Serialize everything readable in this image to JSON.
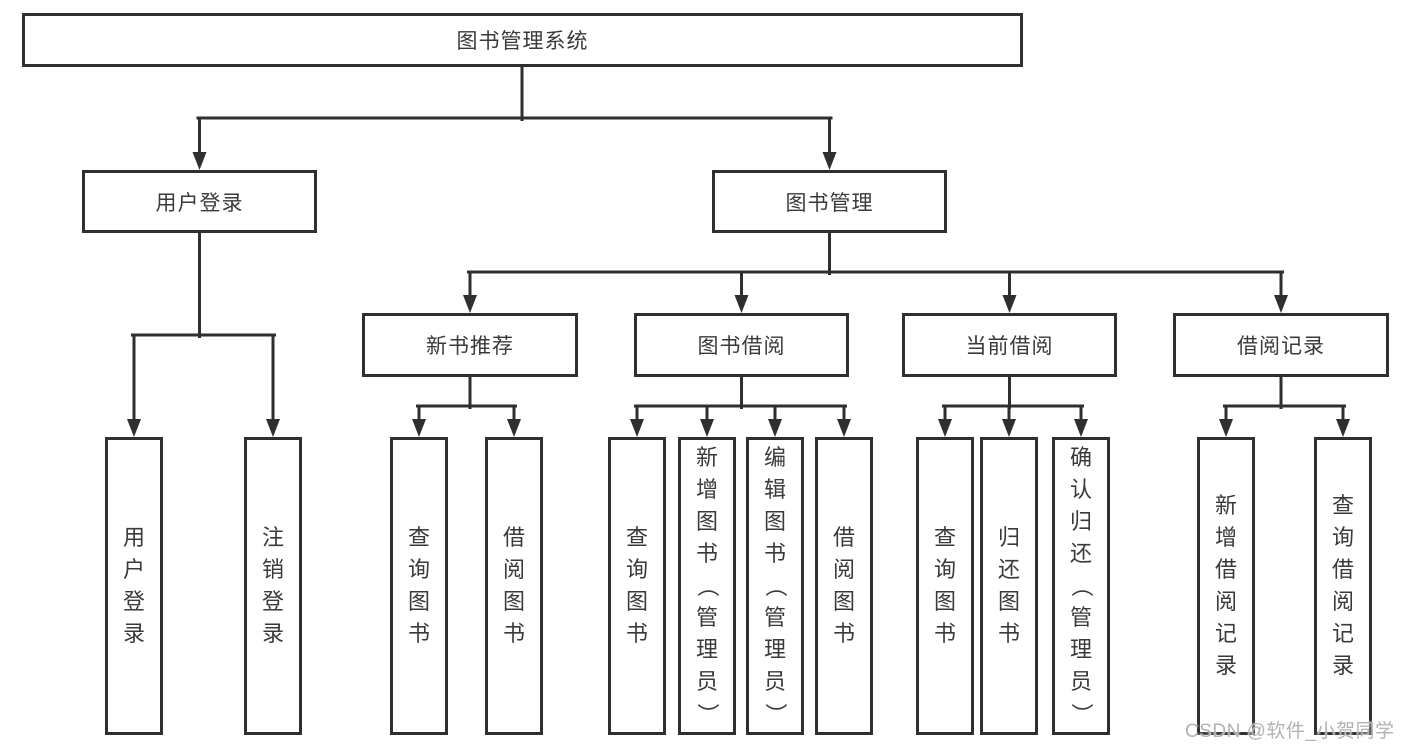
{
  "tree": {
    "root": {
      "label": "图书管理系统",
      "children": [
        {
          "label": "用户登录",
          "children": [
            {
              "label": "用户登录"
            },
            {
              "label": "注销登录"
            }
          ]
        },
        {
          "label": "图书管理",
          "children": [
            {
              "label": "新书推荐",
              "children": [
                {
                  "label": "查询图书"
                },
                {
                  "label": "借阅图书"
                }
              ]
            },
            {
              "label": "图书借阅",
              "children": [
                {
                  "label": "查询图书"
                },
                {
                  "label": "新增图书（管理员）"
                },
                {
                  "label": "编辑图书（管理员）"
                },
                {
                  "label": "借阅图书"
                }
              ]
            },
            {
              "label": "当前借阅",
              "children": [
                {
                  "label": "查询图书"
                },
                {
                  "label": "归还图书"
                },
                {
                  "label": "确认归还（管理员）"
                }
              ]
            },
            {
              "label": "借阅记录",
              "children": [
                {
                  "label": "新增借阅记录"
                },
                {
                  "label": "查询借阅记录"
                }
              ]
            }
          ]
        }
      ]
    }
  },
  "watermark": {
    "text": "CSDN @软件_小贺同学"
  },
  "colors": {
    "line": "#2f2f2f",
    "text": "#3a3a3a",
    "background": "#ffffff",
    "watermark": "#b2b2b2"
  }
}
